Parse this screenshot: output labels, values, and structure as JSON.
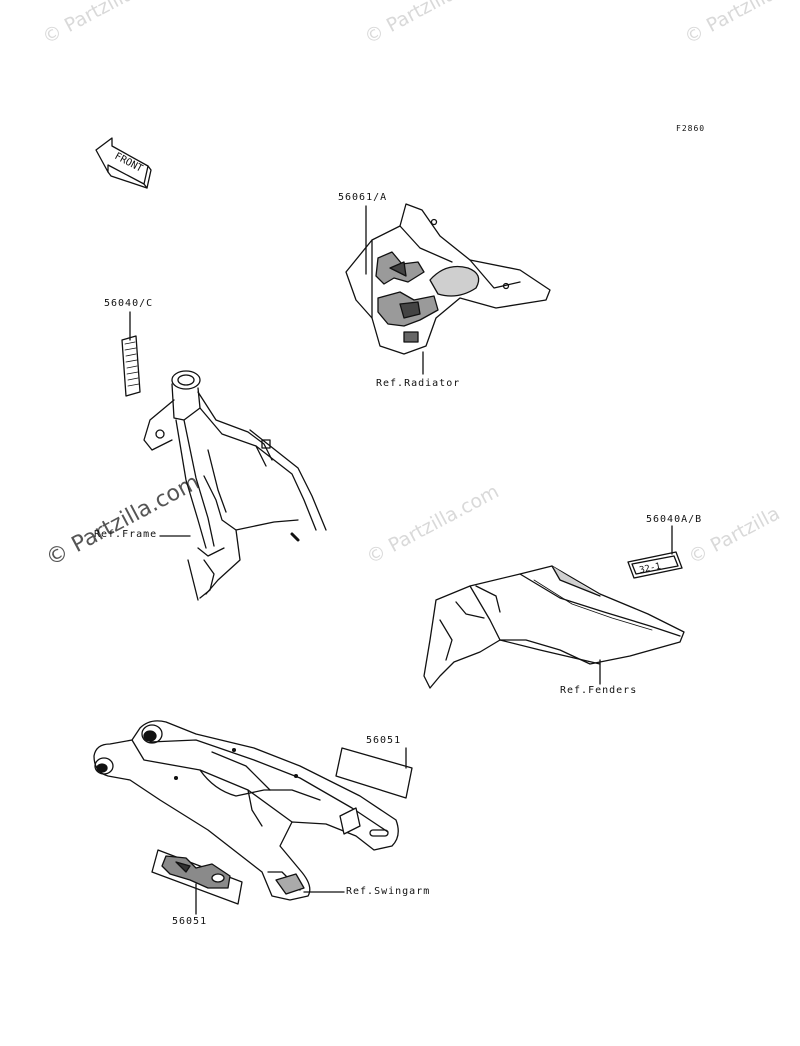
{
  "diagram": {
    "code": "F2860",
    "front_arrow": "FRONT",
    "callouts": {
      "p56061a": "56061/A",
      "ref_radiator": "Ref.Radiator",
      "p56040c": "56040/C",
      "ref_frame": "Ref.Frame",
      "p56040ab": "56040A/B",
      "ref_fenders": "Ref.Fenders",
      "p56051_top": "56051",
      "p56051_bottom": "56051",
      "ref_swingarm": "Ref.Swingarm"
    },
    "decal_sticker_text": "32-1"
  },
  "watermarks": {
    "small": "© Partzilla",
    "large": "© Partzilla.com"
  }
}
